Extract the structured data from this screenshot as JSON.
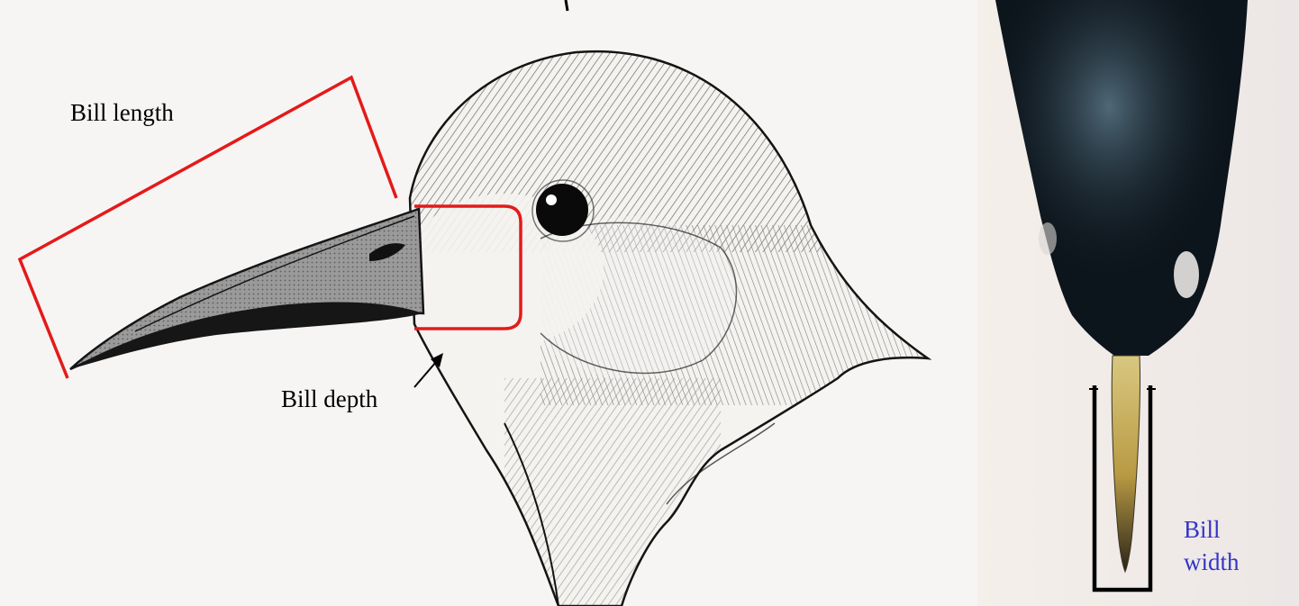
{
  "labels": {
    "bill_length": "Bill length",
    "bill_depth": "Bill depth",
    "bill_width_line1": "Bill",
    "bill_width_line2": "width"
  },
  "colors": {
    "length_box": "#e41a1a",
    "depth_box": "#e41a1a",
    "width_bracket": "#000000",
    "width_label": "#3434c8",
    "ink": "#141414",
    "plumage": "#0d151c",
    "bill_yellow": "#c6a84a"
  },
  "panels": {
    "left": "pen-and-ink drawing of a shorebird head, side view",
    "right": "photo of a bird specimen from above showing the bill"
  }
}
